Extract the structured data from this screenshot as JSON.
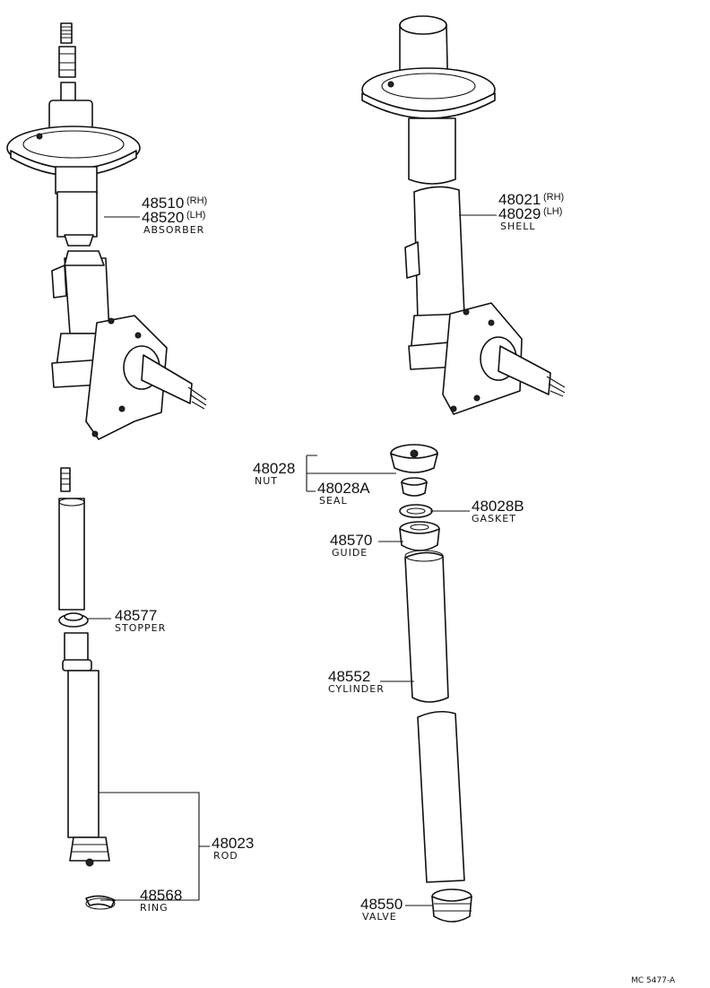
{
  "callouts": {
    "absorber": {
      "num_rh": "48510",
      "tag_rh": "(RH)",
      "num_lh": "48520",
      "tag_lh": "(LH)",
      "name": "ABSORBER"
    },
    "shell": {
      "num_rh": "48021",
      "tag_rh": "(RH)",
      "num_lh": "48029",
      "tag_lh": "(LH)",
      "name": "SHELL"
    },
    "nut": {
      "num": "48028",
      "name": "NUT"
    },
    "seal": {
      "num": "48028A",
      "name": "SEAL"
    },
    "gasket": {
      "num": "48028B",
      "name": "GASKET"
    },
    "guide": {
      "num": "48570",
      "name": "GUIDE"
    },
    "cylinder": {
      "num": "48552",
      "name": "CYLINDER"
    },
    "stopper": {
      "num": "48577",
      "name": "STOPPER"
    },
    "rod": {
      "num": "48023",
      "name": "ROD"
    },
    "ring": {
      "num": "48568",
      "name": "RING"
    },
    "valve": {
      "num": "48550",
      "name": "VALVE"
    }
  },
  "diagram_code": "MC 5477-A"
}
